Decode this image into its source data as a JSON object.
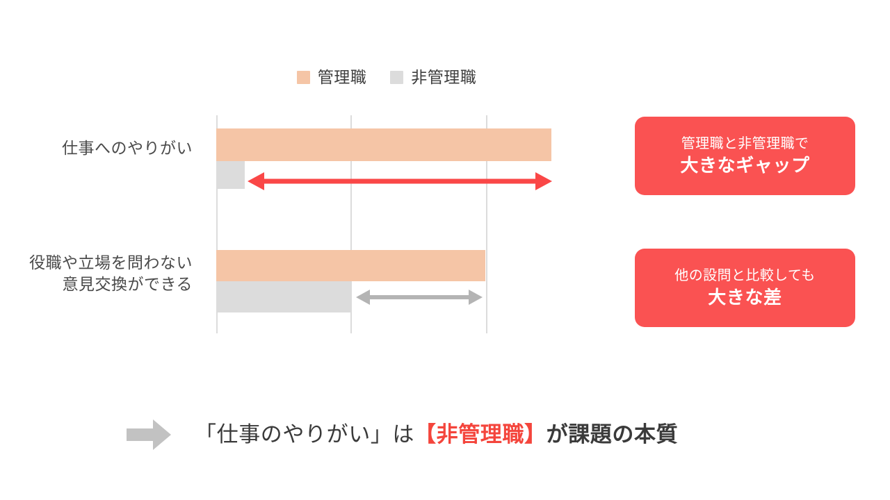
{
  "colors": {
    "manager_bar": "#F5C5A6",
    "nonmanager_bar": "#DCDCDC",
    "callout_bg": "#FA5252",
    "red_arrow": "#FA4747",
    "gray_arrow": "#B4B4B4",
    "gridline": "#DCDCDC",
    "text": "#4A4A4A",
    "accent_red_text": "#F4453C",
    "background": "#FFFFFF"
  },
  "legend": {
    "entries": [
      {
        "label": "管理職",
        "color": "#F5C5A6",
        "swatch_icon": "square-swatch-icon"
      },
      {
        "label": "非管理職",
        "color": "#DCDCDC",
        "swatch_icon": "square-swatch-icon"
      }
    ]
  },
  "callouts": [
    {
      "line1": "管理職と非管理職で",
      "line2": "大きなギャップ"
    },
    {
      "line1": "他の設問と比較しても",
      "line2": "大きな差"
    }
  ],
  "conclusion": {
    "arrow_icon": "right-arrow-icon",
    "part1": "「仕事のやりがい」は",
    "highlight": "【非管理職】",
    "part2": "が課題の本質"
  },
  "chart_data": {
    "type": "bar",
    "orientation": "horizontal",
    "title": "",
    "xlabel": "",
    "ylabel": "",
    "grid": true,
    "gridline_positions": [
      0,
      50,
      100
    ],
    "xlim": [
      0,
      100
    ],
    "legend_position": "top-center",
    "categories": [
      "仕事へのやりがい",
      "役職や立場を問わない\n意見交換ができる"
    ],
    "series": [
      {
        "name": "管理職",
        "color": "#F5C5A6",
        "values": [
          124,
          99
        ]
      },
      {
        "name": "非管理職",
        "color": "#DCDCDC",
        "values": [
          10,
          50
        ]
      }
    ],
    "annotations": [
      {
        "type": "double-arrow",
        "name": "gap-arrow-work-fulfillment",
        "color": "#FA4747",
        "category": "仕事へのやりがい",
        "from": 12,
        "to": 123
      },
      {
        "type": "double-arrow",
        "name": "gap-arrow-open-discussion",
        "color": "#B4B4B4",
        "category": "役職や立場を問わない意見交換ができる",
        "from": 52,
        "to": 98
      }
    ]
  }
}
